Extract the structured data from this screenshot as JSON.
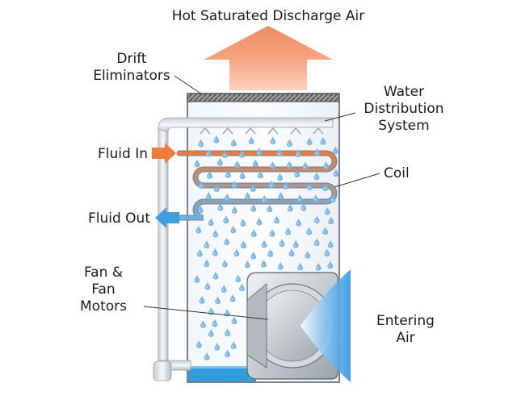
{
  "labels": {
    "discharge_air": "Hot Saturated Discharge Air",
    "drift_line1": "Drift",
    "drift_line2": "Eliminators",
    "water_line1": "Water",
    "water_line2": "Distribution",
    "water_line3": "System",
    "fluid_in": "Fluid In",
    "coil": "Coil",
    "fluid_out": "Fluid Out",
    "fan_line1": "Fan &",
    "fan_line2": "Fan",
    "fan_line3": "Motors",
    "entering_line1": "Entering",
    "entering_line2": "Air"
  },
  "colors": {
    "discharge_arrow": "#f0946a",
    "fluid_in_arrow": "#ee7d3b",
    "fluid_out_arrow": "#3d9ee0",
    "entering_air": "#3b9fe8",
    "water_droplet": "#7ab8e8",
    "sump_water": "#2f9ce0",
    "coil_hot": "#e87c3e",
    "coil_cool": "#6ab0e4",
    "tower_outline": "#555555"
  },
  "icons": {
    "discharge": "up-arrow-icon",
    "fluid_in": "right-arrow-icon",
    "fluid_out": "left-arrow-icon",
    "droplet": "water-drop-icon",
    "fan": "fan-housing-icon"
  }
}
